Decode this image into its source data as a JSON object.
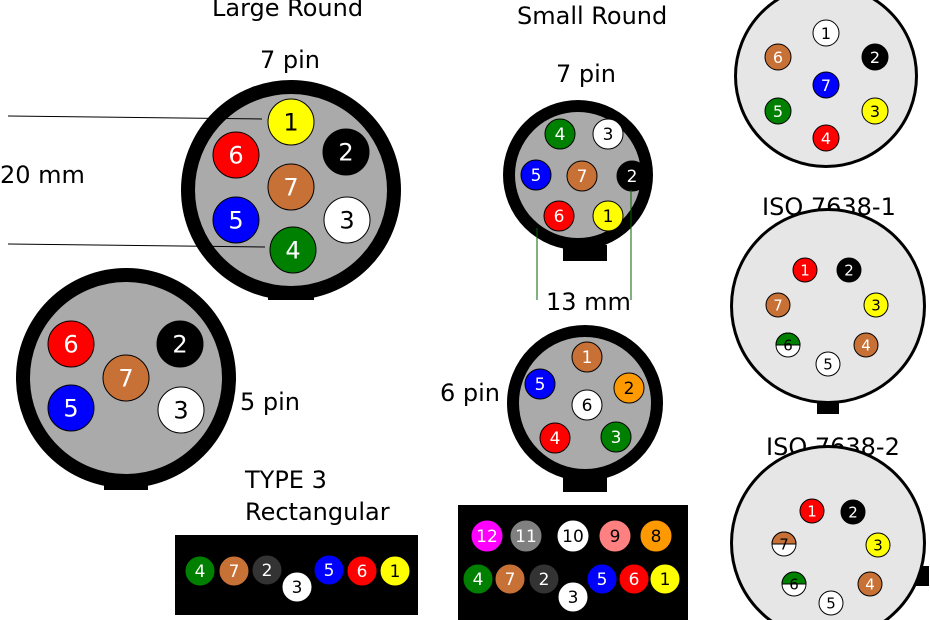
{
  "headings": {
    "large_round": "Large Round",
    "small_round": "Small Round",
    "iso_1": "ISO 7638-1",
    "iso_2": "ISO 7638-2",
    "type3": "TYPE 3",
    "rectangular": "Rectangular"
  },
  "labels": {
    "large_7pin": "7 pin",
    "small_7pin": "7 pin",
    "five_pin": "5 pin",
    "six_pin": "6 pin",
    "dim_20mm": "20 mm",
    "dim_13mm": "13 mm"
  },
  "colors": {
    "red": "#ff0000",
    "black": "#000000",
    "white": "#ffffff",
    "yellow": "#ffff00",
    "brown": "#c87137",
    "green": "#008000",
    "blue": "#0000ff",
    "orange": "#ff9900",
    "magenta": "#ff00ff",
    "grey": "#808080",
    "darkgrey": "#333333",
    "salmon": "#ff8080",
    "plug_grey": "#aaaaaa",
    "plug_light": "#e6e6e6"
  },
  "connectors": [
    {
      "id": "large-7pin",
      "pins": [
        {
          "n": "1",
          "c": "yellow"
        },
        {
          "n": "2",
          "c": "black"
        },
        {
          "n": "3",
          "c": "white"
        },
        {
          "n": "4",
          "c": "green"
        },
        {
          "n": "5",
          "c": "blue"
        },
        {
          "n": "6",
          "c": "red"
        },
        {
          "n": "7",
          "c": "brown"
        }
      ]
    },
    {
      "id": "large-5pin",
      "pins": [
        {
          "n": "6",
          "c": "red"
        },
        {
          "n": "2",
          "c": "black"
        },
        {
          "n": "7",
          "c": "brown"
        },
        {
          "n": "5",
          "c": "blue"
        },
        {
          "n": "3",
          "c": "white"
        }
      ]
    },
    {
      "id": "small-7pin",
      "pins": [
        {
          "n": "4",
          "c": "green"
        },
        {
          "n": "3",
          "c": "white"
        },
        {
          "n": "5",
          "c": "blue"
        },
        {
          "n": "7",
          "c": "brown"
        },
        {
          "n": "2",
          "c": "black"
        },
        {
          "n": "6",
          "c": "red"
        },
        {
          "n": "1",
          "c": "yellow"
        }
      ]
    },
    {
      "id": "small-6pin",
      "pins": [
        {
          "n": "1",
          "c": "brown"
        },
        {
          "n": "5",
          "c": "blue"
        },
        {
          "n": "2",
          "c": "orange"
        },
        {
          "n": "6",
          "c": "white"
        },
        {
          "n": "4",
          "c": "red"
        },
        {
          "n": "3",
          "c": "green"
        }
      ]
    },
    {
      "id": "iso-top",
      "pins": [
        {
          "n": "1",
          "c": "white"
        },
        {
          "n": "6",
          "c": "brown"
        },
        {
          "n": "2",
          "c": "black"
        },
        {
          "n": "7",
          "c": "blue"
        },
        {
          "n": "5",
          "c": "green"
        },
        {
          "n": "3",
          "c": "yellow"
        },
        {
          "n": "4",
          "c": "red"
        }
      ]
    },
    {
      "id": "iso-7638-1",
      "pins": [
        {
          "n": "1",
          "c": "red"
        },
        {
          "n": "2",
          "c": "black"
        },
        {
          "n": "7",
          "c": "brown"
        },
        {
          "n": "3",
          "c": "yellow"
        },
        {
          "n": "6",
          "c": "green"
        },
        {
          "n": "4",
          "c": "brown"
        },
        {
          "n": "5",
          "c": "white"
        }
      ]
    },
    {
      "id": "iso-7638-2",
      "pins": [
        {
          "n": "1",
          "c": "red"
        },
        {
          "n": "2",
          "c": "black"
        },
        {
          "n": "7",
          "c": "brown"
        },
        {
          "n": "3",
          "c": "yellow"
        },
        {
          "n": "6",
          "c": "green"
        },
        {
          "n": "4",
          "c": "brown"
        },
        {
          "n": "5",
          "c": "white"
        }
      ]
    },
    {
      "id": "type3-strip",
      "pins": [
        {
          "n": "4",
          "c": "green"
        },
        {
          "n": "7",
          "c": "brown"
        },
        {
          "n": "2",
          "c": "darkgrey"
        },
        {
          "n": "3",
          "c": "white"
        },
        {
          "n": "5",
          "c": "blue"
        },
        {
          "n": "6",
          "c": "red"
        },
        {
          "n": "1",
          "c": "yellow"
        }
      ]
    },
    {
      "id": "rect-strip-top",
      "pins": [
        {
          "n": "12",
          "c": "magenta"
        },
        {
          "n": "11",
          "c": "grey"
        },
        {
          "n": "10",
          "c": "white"
        },
        {
          "n": "9",
          "c": "salmon"
        },
        {
          "n": "8",
          "c": "orange"
        }
      ]
    },
    {
      "id": "rect-strip-bottom",
      "pins": [
        {
          "n": "4",
          "c": "green"
        },
        {
          "n": "7",
          "c": "brown"
        },
        {
          "n": "2",
          "c": "darkgrey"
        },
        {
          "n": "3",
          "c": "white"
        },
        {
          "n": "5",
          "c": "blue"
        },
        {
          "n": "6",
          "c": "red"
        },
        {
          "n": "1",
          "c": "yellow"
        }
      ]
    }
  ]
}
